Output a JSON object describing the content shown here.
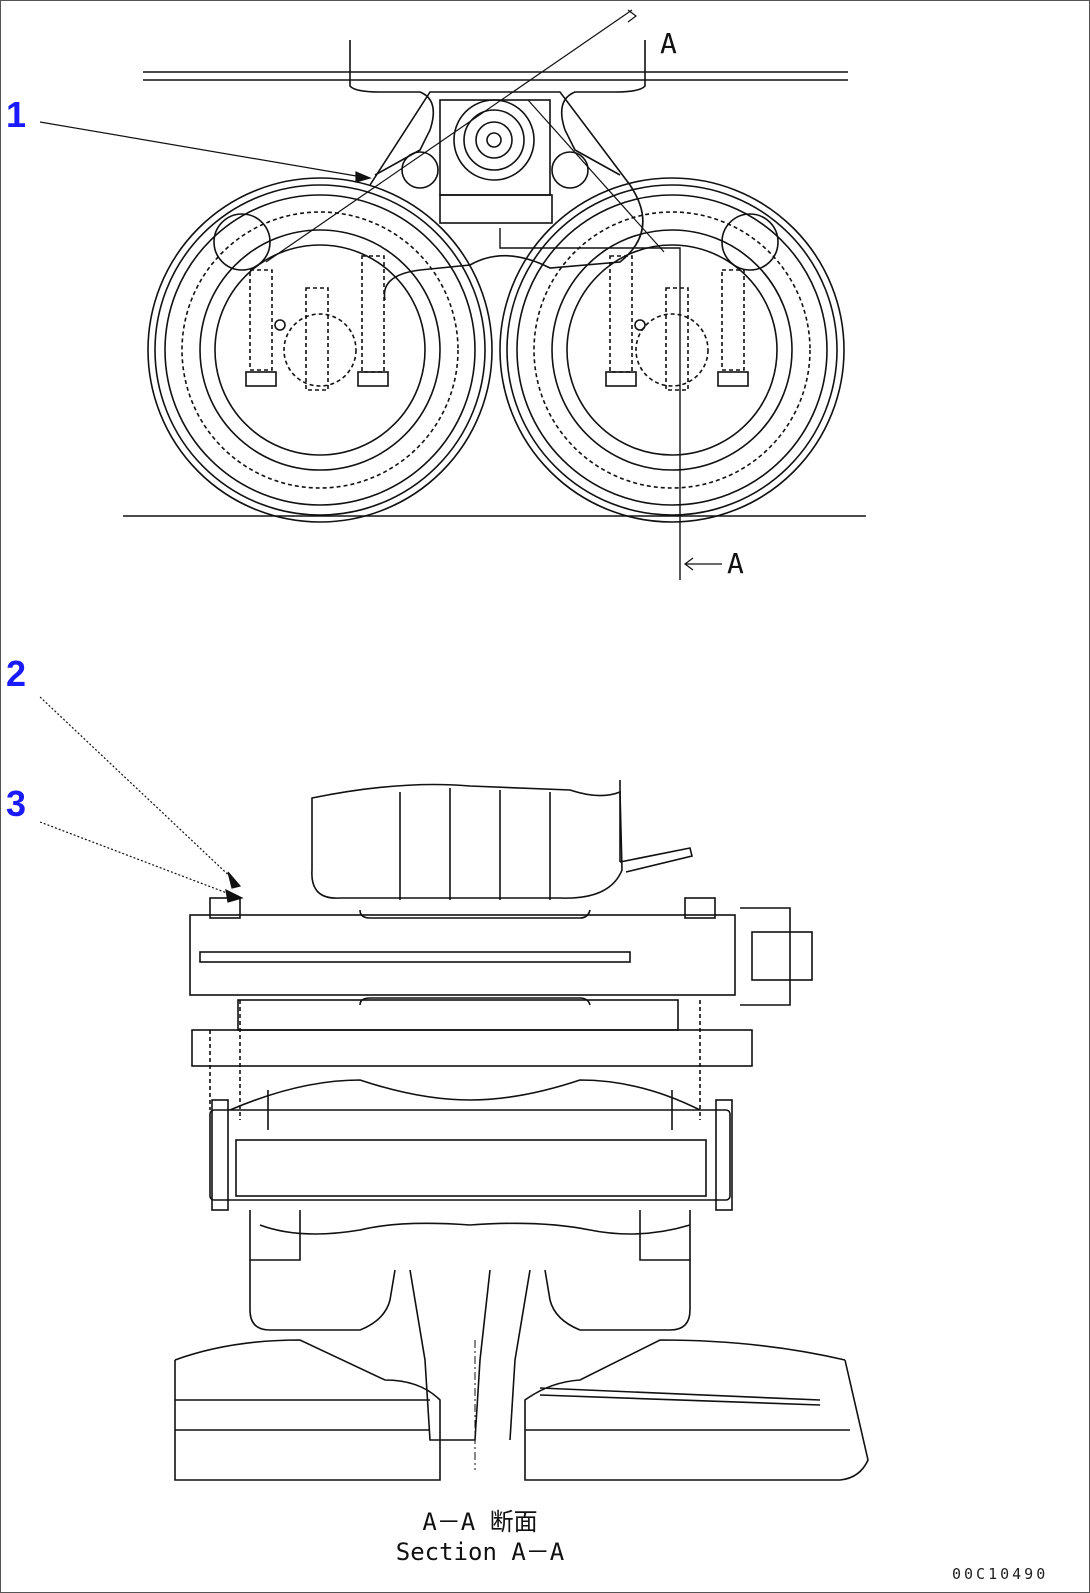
{
  "callouts": [
    "1",
    "2",
    "3"
  ],
  "cut_marks": {
    "top": "A",
    "bottom": "A"
  },
  "section_label_jp": "A－A 断面",
  "section_label_en": "Section A－A",
  "drawing_code": "00C10490"
}
